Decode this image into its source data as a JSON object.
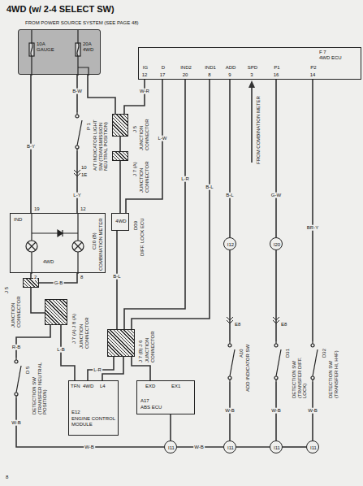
{
  "diagram": {
    "title": "4WD (w/ 2-4 SELECT SW)",
    "nodes": [
      {
        "text": [
          "10A GAUGE",
          "20A 4WD"
        ]
      },
      {
        "text": [
          "F 7",
          "4WD ECU",
          "IG",
          "D",
          "IND2",
          "IND1",
          "ADD",
          "SPD",
          "P1",
          "P2"
        ]
      },
      {
        "text": [
          "P 1",
          "A/T INDICATOR LIGHT SW (TRANSMISSION NEUTRAL POSITION)"
        ]
      },
      {
        "text": [
          "J 5",
          "JUNCTION CONNECTOR"
        ]
      },
      {
        "text": [
          "J 7 (A)",
          "JUNCTION CONNECTOR"
        ]
      },
      {
        "text": [
          "IND",
          "4WD",
          "C20 (B)",
          "COMBINATION METER"
        ]
      },
      {
        "text": [
          "4WD",
          "D09",
          "DIFF. LOCK ECU"
        ]
      },
      {
        "text": [
          "J 5",
          "JUNCTION CONNECTOR"
        ]
      },
      {
        "text": [
          "J 7 (A) J 8 (A)",
          "JUNCTION CONNECTOR"
        ]
      },
      {
        "text": [
          "D 5",
          "DETECTION SW (TRANSFER NEUTRAL POSITION)"
        ]
      },
      {
        "text": [
          "J 7 (B) J 6",
          "JUNCTION CONNECTOR"
        ]
      },
      {
        "text": [
          "TFN",
          "4WD",
          "L4",
          "E12",
          "ENGINE CONTROL MODULE"
        ]
      },
      {
        "text": [
          "EXD",
          "EX1",
          "A17",
          "ABS ECU"
        ]
      },
      {
        "text": [
          "I12"
        ]
      },
      {
        "text": [
          "I20"
        ]
      },
      {
        "text": [
          "A10",
          "ADD INDICATOR SW"
        ]
      },
      {
        "text": [
          "D31",
          "DETECTION SW (TRANSFER DIFF. LOCK)"
        ]
      },
      {
        "text": [
          "D32",
          "DETECTION SW (TRANSFER HI, H4F)"
        ]
      },
      {
        "text": [
          "I11"
        ]
      },
      {
        "text": [
          "I11"
        ]
      },
      {
        "text": [
          "I11"
        ]
      },
      {
        "text": [
          "I11"
        ]
      }
    ],
    "edges": [
      {
        "from": 0,
        "to": 5,
        "arrow": "none",
        "label": "B-Y"
      },
      {
        "from": 0,
        "to": 2,
        "arrow": "none",
        "label": "B-W"
      },
      {
        "from": 0,
        "to": 3,
        "arrow": "none"
      },
      {
        "from": 2,
        "to": 5,
        "arrow": "none",
        "label": "L-Y"
      },
      {
        "from": 1,
        "to": 3,
        "arrow": "none",
        "label": "W-R"
      },
      {
        "from": 3,
        "to": 4,
        "arrow": "none"
      },
      {
        "from": 4,
        "to": 6,
        "arrow": "none"
      },
      {
        "from": 1,
        "to": 6,
        "arrow": "none",
        "label": "L-W"
      },
      {
        "from": 5,
        "to": 7,
        "arrow": "none"
      },
      {
        "from": 5,
        "to": 7,
        "arrow": "none",
        "label": "G-B"
      },
      {
        "from": 7,
        "to": 8,
        "arrow": "none"
      },
      {
        "from": 8,
        "to": 9,
        "arrow": "none",
        "label": "R-B"
      },
      {
        "from": 8,
        "to": 11,
        "arrow": "none",
        "label": "L-B"
      },
      {
        "from": 6,
        "to": 10,
        "arrow": "none",
        "label": "B-L"
      },
      {
        "from": 1,
        "to": 10,
        "arrow": "none",
        "label": "L-R"
      },
      {
        "from": 1,
        "to": 10,
        "arrow": "none",
        "label": "B-L"
      },
      {
        "from": 10,
        "to": 11,
        "arrow": "none",
        "label": "L-R"
      },
      {
        "from": 10,
        "to": 11,
        "arrow": "none"
      },
      {
        "from": 10,
        "to": 12,
        "arrow": "none"
      },
      {
        "from": 1,
        "to": 13,
        "arrow": "none",
        "label": "B-L"
      },
      {
        "from": 13,
        "to": 15,
        "arrow": "none"
      },
      {
        "from": 1,
        "to": 14,
        "arrow": "none",
        "label": "G-W"
      },
      {
        "from": 14,
        "to": 16,
        "arrow": "none"
      },
      {
        "from": 1,
        "to": 17,
        "arrow": "none",
        "label": "BR-Y"
      },
      {
        "from": 9,
        "to": 18,
        "arrow": "none",
        "label": "W-B"
      },
      {
        "from": 18,
        "to": 19,
        "arrow": "none",
        "label": "W-B"
      },
      {
        "from": 19,
        "to": 20,
        "arrow": "none"
      },
      {
        "from": 20,
        "to": 21,
        "arrow": "none"
      },
      {
        "from": 15,
        "to": 19,
        "arrow": "none",
        "label": "W-B"
      },
      {
        "from": 16,
        "to": 20,
        "arrow": "none",
        "label": "W-B"
      },
      {
        "from": 17,
        "to": 21,
        "arrow": "none",
        "label": "W-B"
      },
      {
        "from": 12,
        "to": 18,
        "arrow": "none"
      }
    ],
    "labels": [
      "FROM POWER SOURCE SYSTEM (SEE PAGE 48)",
      "12",
      "17",
      "20",
      "8",
      "9",
      "3",
      "16",
      "14",
      "19",
      "12",
      "2",
      "8",
      "10",
      "1E",
      "FROM COMBINATION METER",
      "E8",
      "E8",
      "W-B",
      "8"
    ]
  }
}
